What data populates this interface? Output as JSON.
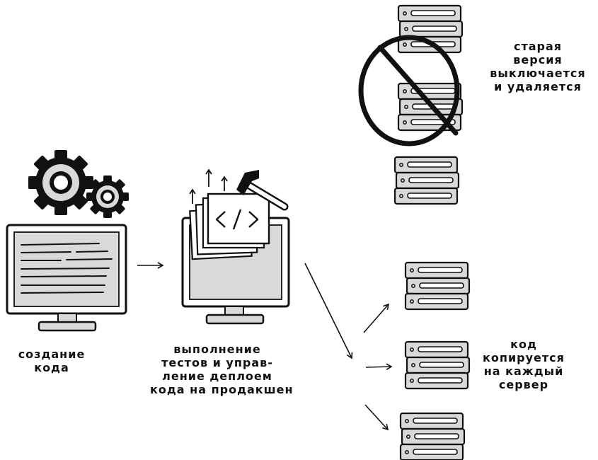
{
  "labels": {
    "create_code": "создание\nкода",
    "tests_deploy": "выполнение\nтестов и управ-\nление деплоем\nкода на продакшен",
    "old_version": "старая\nверсия\nвыключается\nи удаляется",
    "code_copied": "код\nкопируется\nна каждый\nсервер"
  },
  "icons": {
    "gears": "gears-icon",
    "code_sheet": "code-brackets-icon",
    "hammer": "hammer-icon",
    "server": "server-rack-icon",
    "prohibited": "prohibited-sign-icon"
  },
  "colors": {
    "ink": "#111111",
    "fill": "#d9d9d9",
    "paper": "#ffffff"
  }
}
